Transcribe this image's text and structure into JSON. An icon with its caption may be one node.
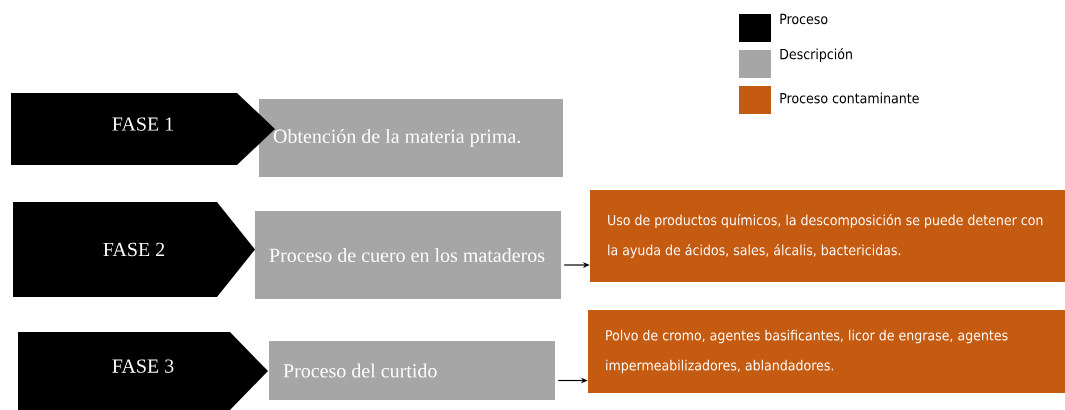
{
  "diagram": {
    "nodes": [
      {
        "text": [
          "FASE 1"
        ]
      },
      {
        "text": [
          "Obtención de la materia prima."
        ]
      },
      {
        "text": [
          "FASE 2"
        ]
      },
      {
        "text": [
          "Proceso de cuero en los mataderos"
        ]
      },
      {
        "text": [
          "Uso de productos químicos, la descomposición se puede detener con la ayuda de ácidos, sales, álcalis, bactericidas."
        ]
      },
      {
        "text": [
          "FASE 3"
        ]
      },
      {
        "text": [
          "Proceso del curtido"
        ]
      },
      {
        "text": [
          "Polvo de cromo, agentes basificantes, licor de engrase, agentes impermeabilizadores, ablandadores."
        ]
      }
    ],
    "edges": [
      {
        "from": 3,
        "to": 4,
        "arrow": "to"
      },
      {
        "from": 6,
        "to": 7,
        "arrow": "to"
      }
    ],
    "legend": [
      {
        "text": "Proceso",
        "color": "#000000"
      },
      {
        "text": "Descripción",
        "color": "#a6a6a6"
      },
      {
        "text": "Proceso contaminante",
        "color": "#c55a11"
      }
    ]
  }
}
